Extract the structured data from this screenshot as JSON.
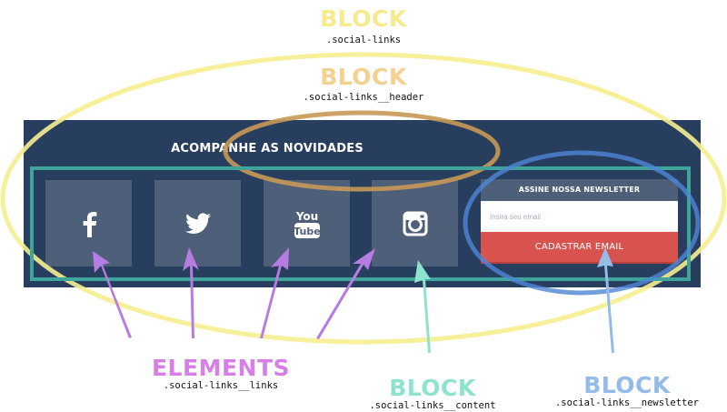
{
  "annotations": {
    "social_links": {
      "label": "BLOCK",
      "code": ".social-links",
      "color": "#f6eb8c"
    },
    "header": {
      "label": "BLOCK",
      "code": ".social-links__header",
      "color": "#f3d18f"
    },
    "links": {
      "label": "ELEMENTS",
      "code": ".social-links__links",
      "color": "#d77ee8"
    },
    "content": {
      "label": "BLOCK",
      "code": ".social-links__content",
      "color": "#8ee3cf"
    },
    "newsletter": {
      "label": "BLOCK",
      "code": ".social-links__newsletter",
      "color": "#93bce9"
    }
  },
  "panel": {
    "header": "ACOMPANHE AS NOVIDADES",
    "background": "#283e5e",
    "tile_color": "#4e6079",
    "social": [
      {
        "name": "facebook",
        "icon": "facebook-icon"
      },
      {
        "name": "twitter",
        "icon": "twitter-icon"
      },
      {
        "name": "youtube",
        "icon": "youtube-icon",
        "text_top": "You",
        "text_bottom": "Tube"
      },
      {
        "name": "instagram",
        "icon": "instagram-icon"
      }
    ],
    "newsletter": {
      "title": "ASSINE NOSSA NEWSLETTER",
      "placeholder": "Insira seu email",
      "button": "CADASTRAR EMAIL",
      "button_color": "#d9534e"
    }
  },
  "outlines": {
    "yellow": "#f6ee8f",
    "orange": "#d9a25e",
    "teal": "#3fa59b",
    "blue": "#4f86d6"
  }
}
